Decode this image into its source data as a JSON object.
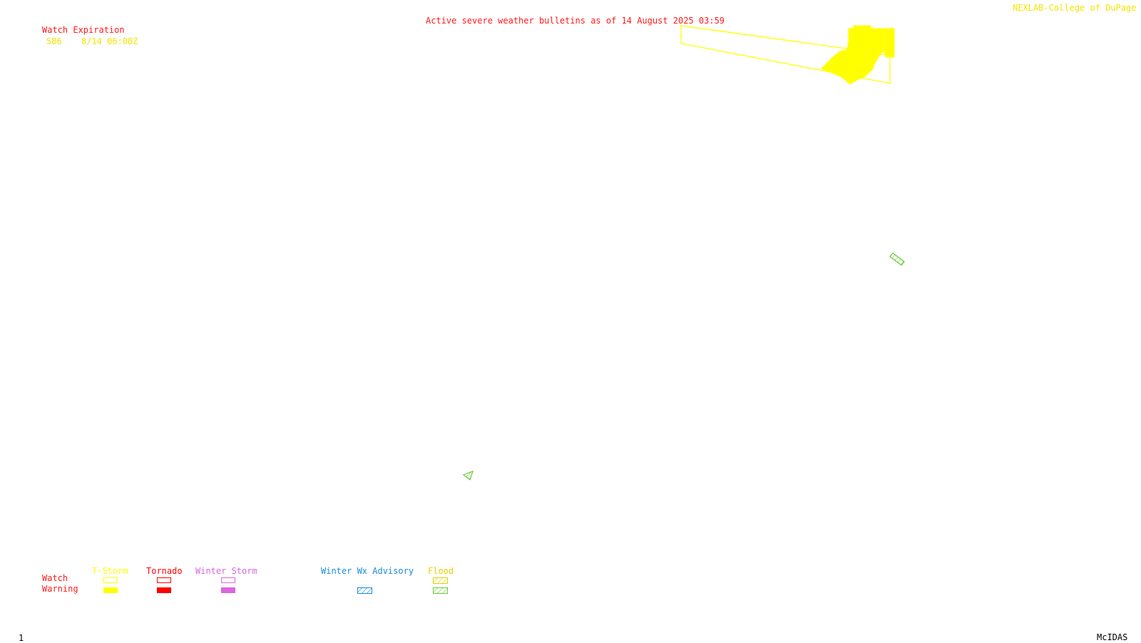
{
  "header": {
    "title": "Active severe weather bulletins as of 14 August 2025 03:59",
    "credit": "NEXLAB-College of DuPage R"
  },
  "watch_expiration": {
    "label": "Watch Expiration",
    "rows": [
      {
        "watch_id": "586",
        "expires": "8/14 06:00Z"
      }
    ]
  },
  "legend": {
    "row_labels": {
      "watch": "Watch",
      "warning": "Warning"
    },
    "categories": [
      {
        "label": "T-Storm",
        "color": "#ffff00",
        "watch_style": "outline",
        "warning_style": "solid"
      },
      {
        "label": "Tornado",
        "color": "#ff0000",
        "watch_style": "outline",
        "warning_style": "solid"
      },
      {
        "label": "Winter Storm",
        "color": "#dd66dd",
        "watch_style": "outline",
        "warning_style": "solid"
      },
      {
        "label": "Winter Wx Advisory",
        "color": "#1a8cdd",
        "watch_style": "none",
        "warning_style": "hatched"
      },
      {
        "label": "Flood",
        "color": "#e6d000",
        "flood_warning_color": "#66cc33",
        "watch_style": "hatched",
        "warning_style": "hatched"
      }
    ]
  },
  "footer": {
    "frame_number": "1",
    "software": "McIDAS"
  },
  "colors": {
    "title": "#ff1a1a",
    "tstorm": "#ffff00",
    "tornado": "#ff0000",
    "winter_storm": "#dd66dd",
    "winter_adv": "#1a8cdd",
    "flood_warning": "#66cc33",
    "background": "#ffffff"
  },
  "map_features": [
    {
      "type": "tstorm-watch-outline",
      "ref": "586"
    },
    {
      "type": "tstorm-warning-fill"
    },
    {
      "type": "flood-warning-hatched"
    },
    {
      "type": "flood-warning-hatched"
    }
  ]
}
